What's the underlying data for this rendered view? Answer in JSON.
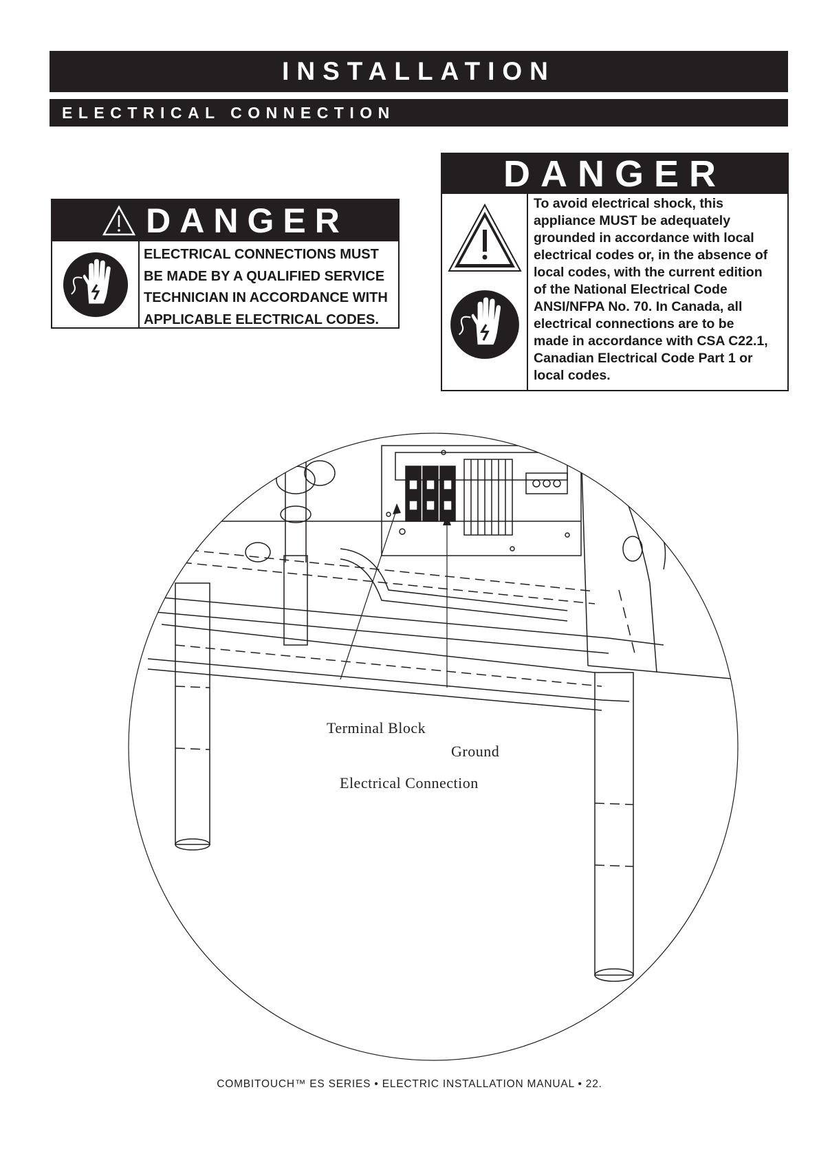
{
  "header": {
    "section_title": "INSTALLATION",
    "subsection_title": "ELECTRICAL CONNECTION"
  },
  "danger_left": {
    "heading": "DANGER",
    "lines": [
      "ELECTRICAL CONNECTIONS MUST",
      "BE MADE BY A QUALIFIED SERVICE",
      "TECHNICIAN IN ACCORDANCE WITH",
      "APPLICABLE ELECTRICAL CODES."
    ]
  },
  "danger_right": {
    "heading": "DANGER",
    "lines": [
      "To avoid electrical shock, this",
      "appliance MUST be adequately",
      "grounded in accordance with local",
      "electrical codes or, in the absence of",
      "local codes, with the current edition",
      "of the National Electrical Code",
      "ANSI/NFPA No. 70.  In Canada, all",
      "electrical connections are to be",
      "made in accordance with CSA C22.1,",
      "Canadian Electrical Code Part 1 or",
      "local codes."
    ]
  },
  "figure": {
    "callouts": {
      "terminal_block": "Terminal Block",
      "ground": "Ground",
      "electrical_connection": "Electrical Connection"
    }
  },
  "footer": {
    "text": "COMBITOUCH™ ES SERIES • ELECTRIC INSTALLATION MANUAL • 22."
  }
}
